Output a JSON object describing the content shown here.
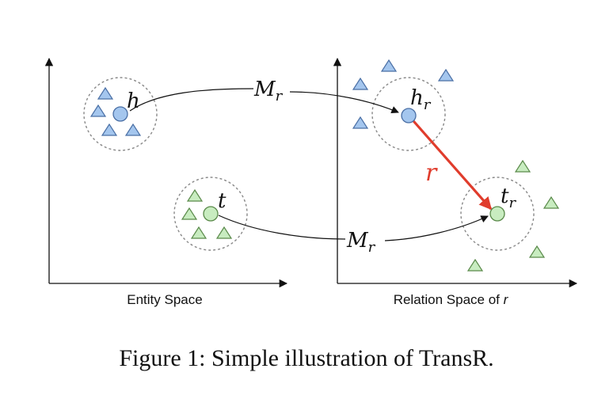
{
  "labels": {
    "h": "h",
    "t": "t",
    "h_r_base": "h",
    "t_r_base": "t",
    "sub_r": "r",
    "M_base": "M",
    "r": "r"
  },
  "axes": {
    "entity_space": "Entity Space",
    "relation_space_prefix": "Relation Space of ",
    "relation_space_var": "r"
  },
  "caption": "Figure 1: Simple illustration of TransR.",
  "colors": {
    "entity_h": "#a4c6ee",
    "entity_h_stroke": "#4a6fa5",
    "entity_t": "#c8ecc0",
    "entity_t_stroke": "#5a8a4a",
    "relation_arrow": "#e03c2c",
    "dashed_circle": "#888888"
  }
}
